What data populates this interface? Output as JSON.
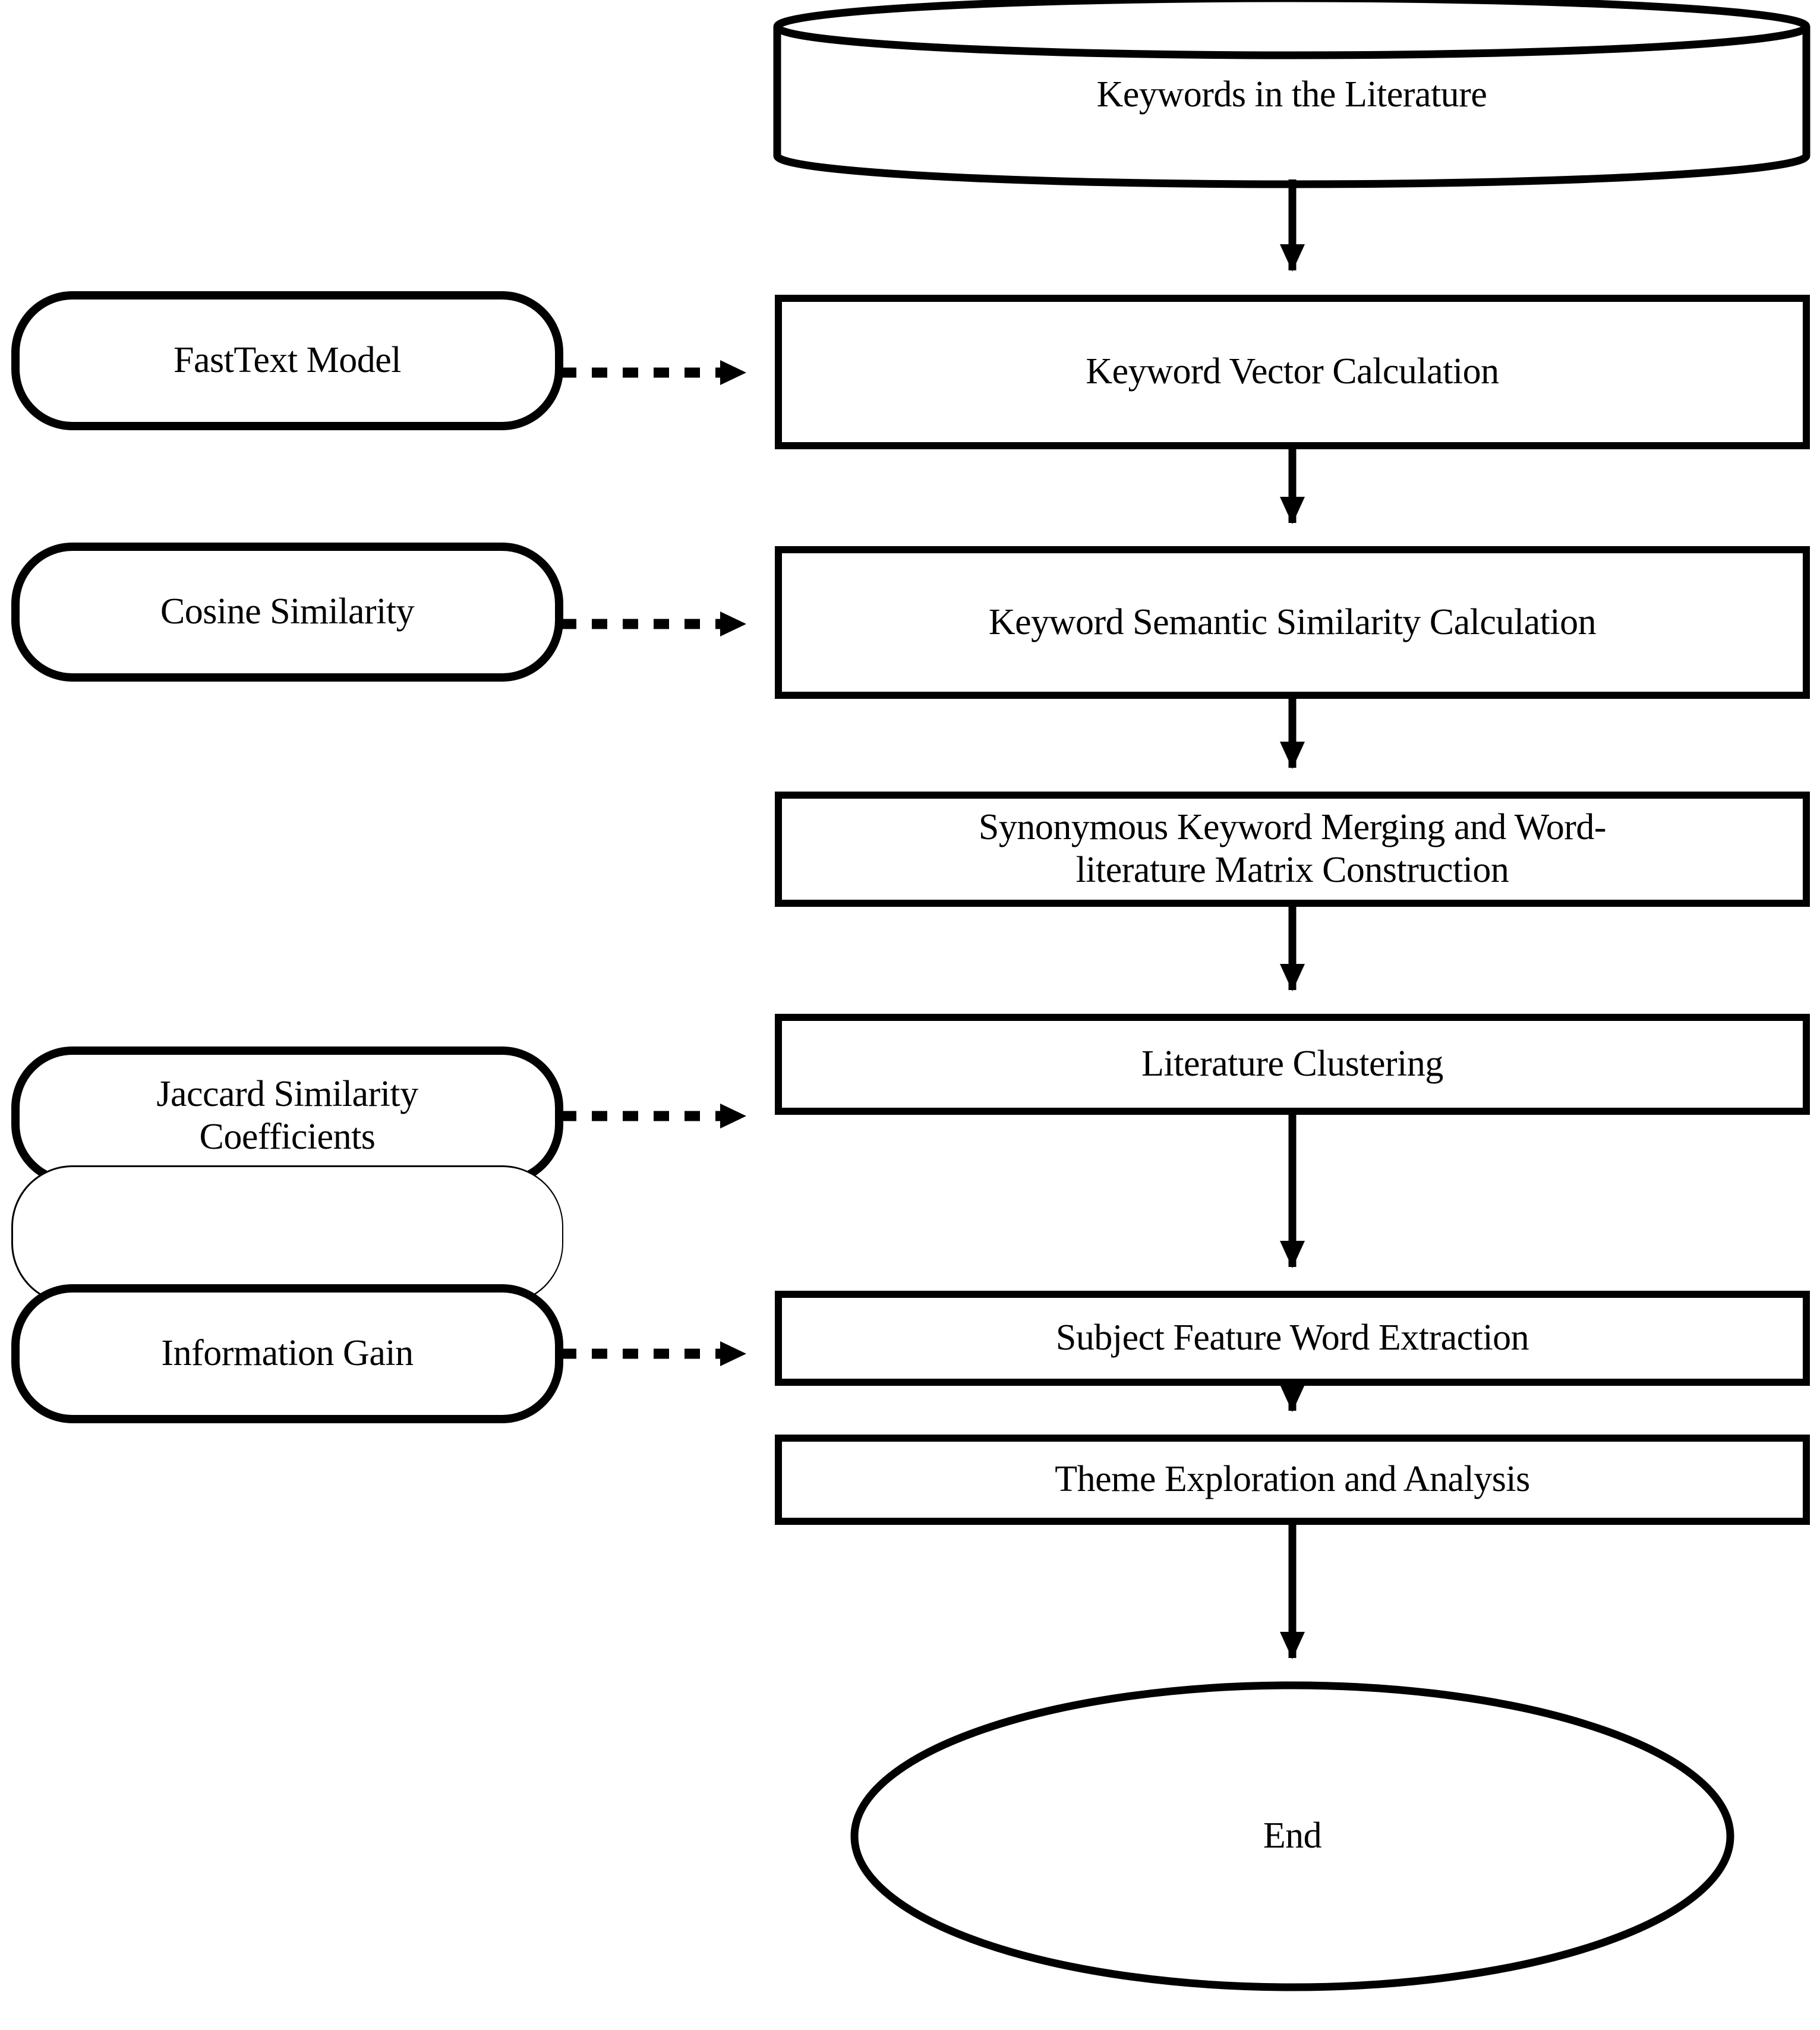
{
  "diagram": {
    "title": "Literature Theme Mining Flowchart",
    "stroke_color": "#000000",
    "fill_color": "#FFFFFF",
    "background_color": "#FFFFFF",
    "datastore": {
      "label": "Keywords in the Literature",
      "shape": "cylinder"
    },
    "process_steps": [
      {
        "id": "keyword-vector-calculation",
        "label": "Keyword Vector Calculation",
        "shape": "rectangle"
      },
      {
        "id": "keyword-semantic-similarity-calculation",
        "label": "Keyword Semantic Similarity Calculation",
        "shape": "rectangle"
      },
      {
        "id": "synonymous-keyword-merging",
        "label_line1": "Synonymous Keyword Merging and Word-",
        "label_line2": "literature Matrix Construction",
        "shape": "rectangle"
      },
      {
        "id": "literature-clustering",
        "label": "Literature Clustering",
        "shape": "rectangle"
      },
      {
        "id": "subject-feature-word-extraction",
        "label": "Subject Feature Word Extraction",
        "shape": "rectangle"
      },
      {
        "id": "theme-exploration-and-analysis",
        "label": "Theme Exploration and Analysis",
        "shape": "rectangle"
      }
    ],
    "method_nodes": [
      {
        "id": "fasttext-model",
        "label": "FastText Model",
        "shape": "rounded-rectangle",
        "targets": "keyword-vector-calculation"
      },
      {
        "id": "cosine-similarity",
        "label": "Cosine Similarity",
        "shape": "rounded-rectangle",
        "targets": "keyword-semantic-similarity-calculation"
      },
      {
        "id": "jaccard-similarity-coefficients",
        "label_line1": "Jaccard Similarity",
        "label_line2": "Coefficients",
        "shape": "rounded-rectangle",
        "targets": "literature-clustering"
      },
      {
        "id": "information-gain",
        "label": "Information Gain",
        "shape": "rounded-rectangle",
        "targets": "subject-feature-word-extraction"
      }
    ],
    "terminator": {
      "label": "End",
      "shape": "ellipse"
    },
    "flow_arrows": {
      "style_solid": "solid-arrow",
      "style_dashed": "dashed-arrow"
    }
  }
}
